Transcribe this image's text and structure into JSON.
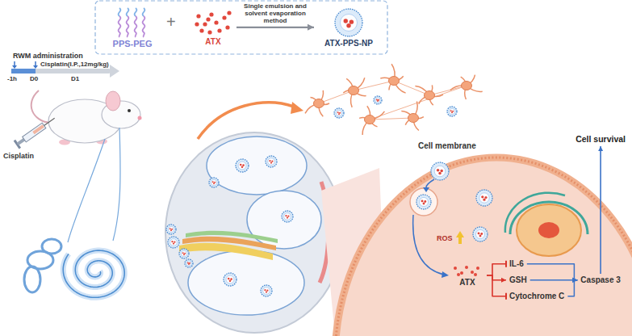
{
  "diagram": {
    "nodes": [
      {
        "text": [
          "PPS-PEG"
        ]
      },
      {
        "text": [
          "ATX"
        ]
      },
      {
        "text": [
          "ATX-PPS-NP"
        ]
      },
      {
        "text": [
          "ATX"
        ]
      },
      {
        "text": [
          "IL-6"
        ]
      },
      {
        "text": [
          "GSH"
        ]
      },
      {
        "text": [
          "Cytochrome C"
        ]
      },
      {
        "text": [
          "Caspase 3"
        ]
      },
      {
        "text": [
          "Cell survival"
        ]
      }
    ],
    "edges": [
      {
        "from": 1,
        "to": 2,
        "label": "Single emulsion and solvent evaporation method",
        "arrow": "to"
      },
      {
        "from": 3,
        "to": 4,
        "arrow": "none"
      },
      {
        "from": 3,
        "to": 5,
        "arrow": "to"
      },
      {
        "from": 3,
        "to": 6,
        "arrow": "none"
      },
      {
        "from": 4,
        "to": 7,
        "arrow": "to"
      },
      {
        "from": 5,
        "to": 7,
        "arrow": "to"
      },
      {
        "from": 6,
        "to": 7,
        "arrow": "to"
      },
      {
        "from": 7,
        "to": 8,
        "arrow": "to"
      }
    ],
    "labels": [
      "+",
      "RWM administration",
      "Cisplatin(I.P.,12mg/kg)",
      "-1h",
      "D0",
      "D1",
      "Cisplatin",
      "Cell membrane",
      "ROS"
    ]
  }
}
